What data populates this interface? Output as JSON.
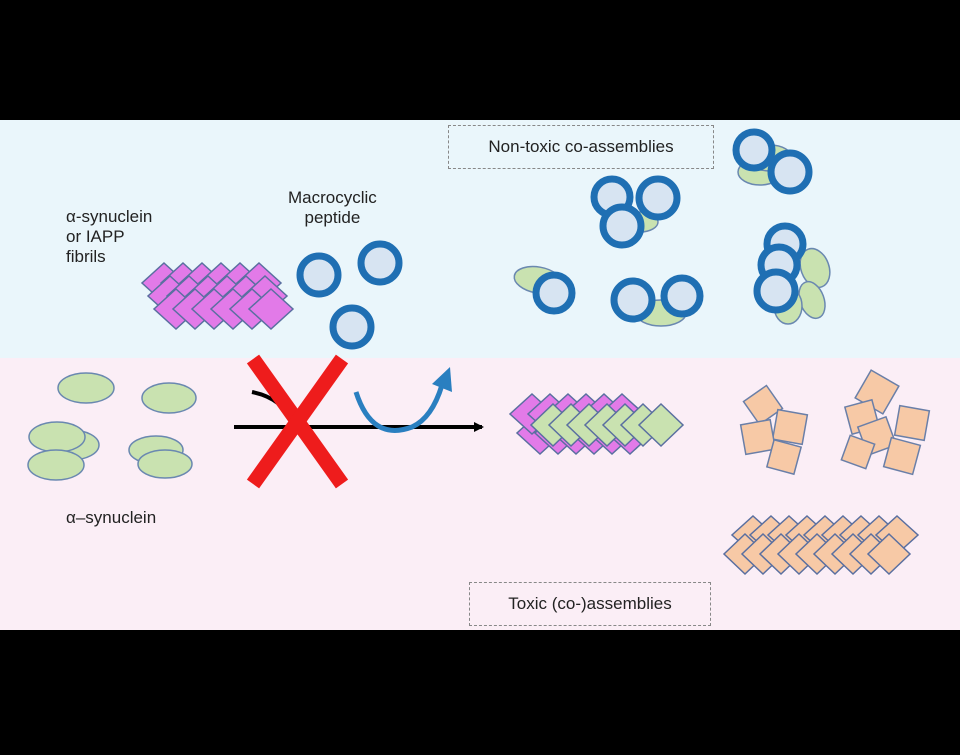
{
  "labels": {
    "fibrils": "α-synuclein\nor IAPP\nfibrils",
    "peptide": "Macrocyclic\npeptide",
    "monomer": "α–synuclein",
    "nontoxic": "Non-toxic  co-assemblies",
    "toxic": "Toxic  (co-)assemblies"
  },
  "colors": {
    "background_black": "#000000",
    "top_panel": "#eaf6fb",
    "bottom_panel": "#fbeef6",
    "fibril_magenta": "#e27ae8",
    "fibril_green": "#c9e2b0",
    "peptide_ring": "#1f6fb3",
    "peptide_fill": "#d7e4f2",
    "oligomer_orange": "#f7c9a6",
    "cross_red": "#ee1c1c",
    "arrow_blue": "#2a7fc0"
  },
  "icons": {
    "block": "red-x-icon",
    "bypass_arrow": "curved-arrow-icon",
    "main_arrow": "right-arrow-icon"
  }
}
